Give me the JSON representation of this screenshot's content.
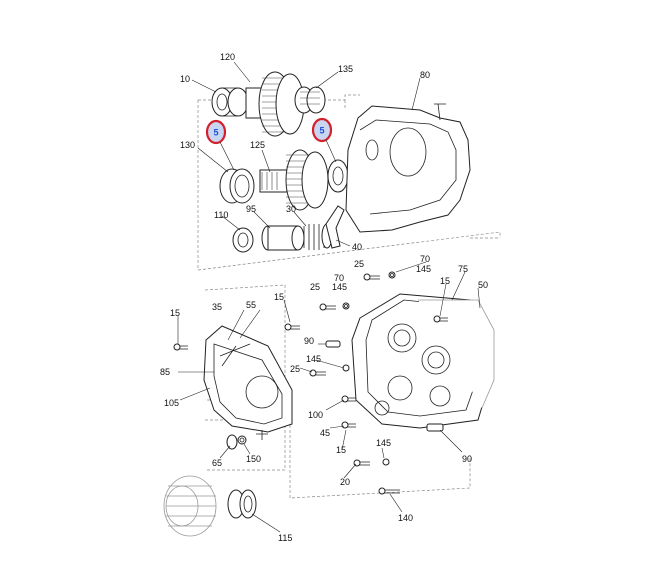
{
  "labels": {
    "p10": "10",
    "p120": "120",
    "p135": "135",
    "p80": "80",
    "p130": "130",
    "p125": "125",
    "p110": "110",
    "p95": "95",
    "p30": "30",
    "p40": "40",
    "p25a": "25",
    "p70a": "70",
    "p145a": "145",
    "p75": "75",
    "p70b": "70",
    "p145b": "145",
    "p25b": "25",
    "p15a": "15",
    "p50": "50",
    "p15b": "15",
    "p15c": "15",
    "p35": "35",
    "p55": "55",
    "p90a": "90",
    "p145c": "145",
    "p25c": "25",
    "p85": "85",
    "p105": "105",
    "p100": "100",
    "p45": "45",
    "p15d": "15",
    "p145d": "145",
    "p90b": "90",
    "p65": "65",
    "p150": "150",
    "p20": "20",
    "p115": "115",
    "p140": "140"
  },
  "callouts": {
    "left": "5",
    "right": "5"
  },
  "colors": {
    "callout_ring": "#d3202a",
    "callout_fill": "#c9d6f2",
    "callout_text": "#1e4fd6"
  }
}
